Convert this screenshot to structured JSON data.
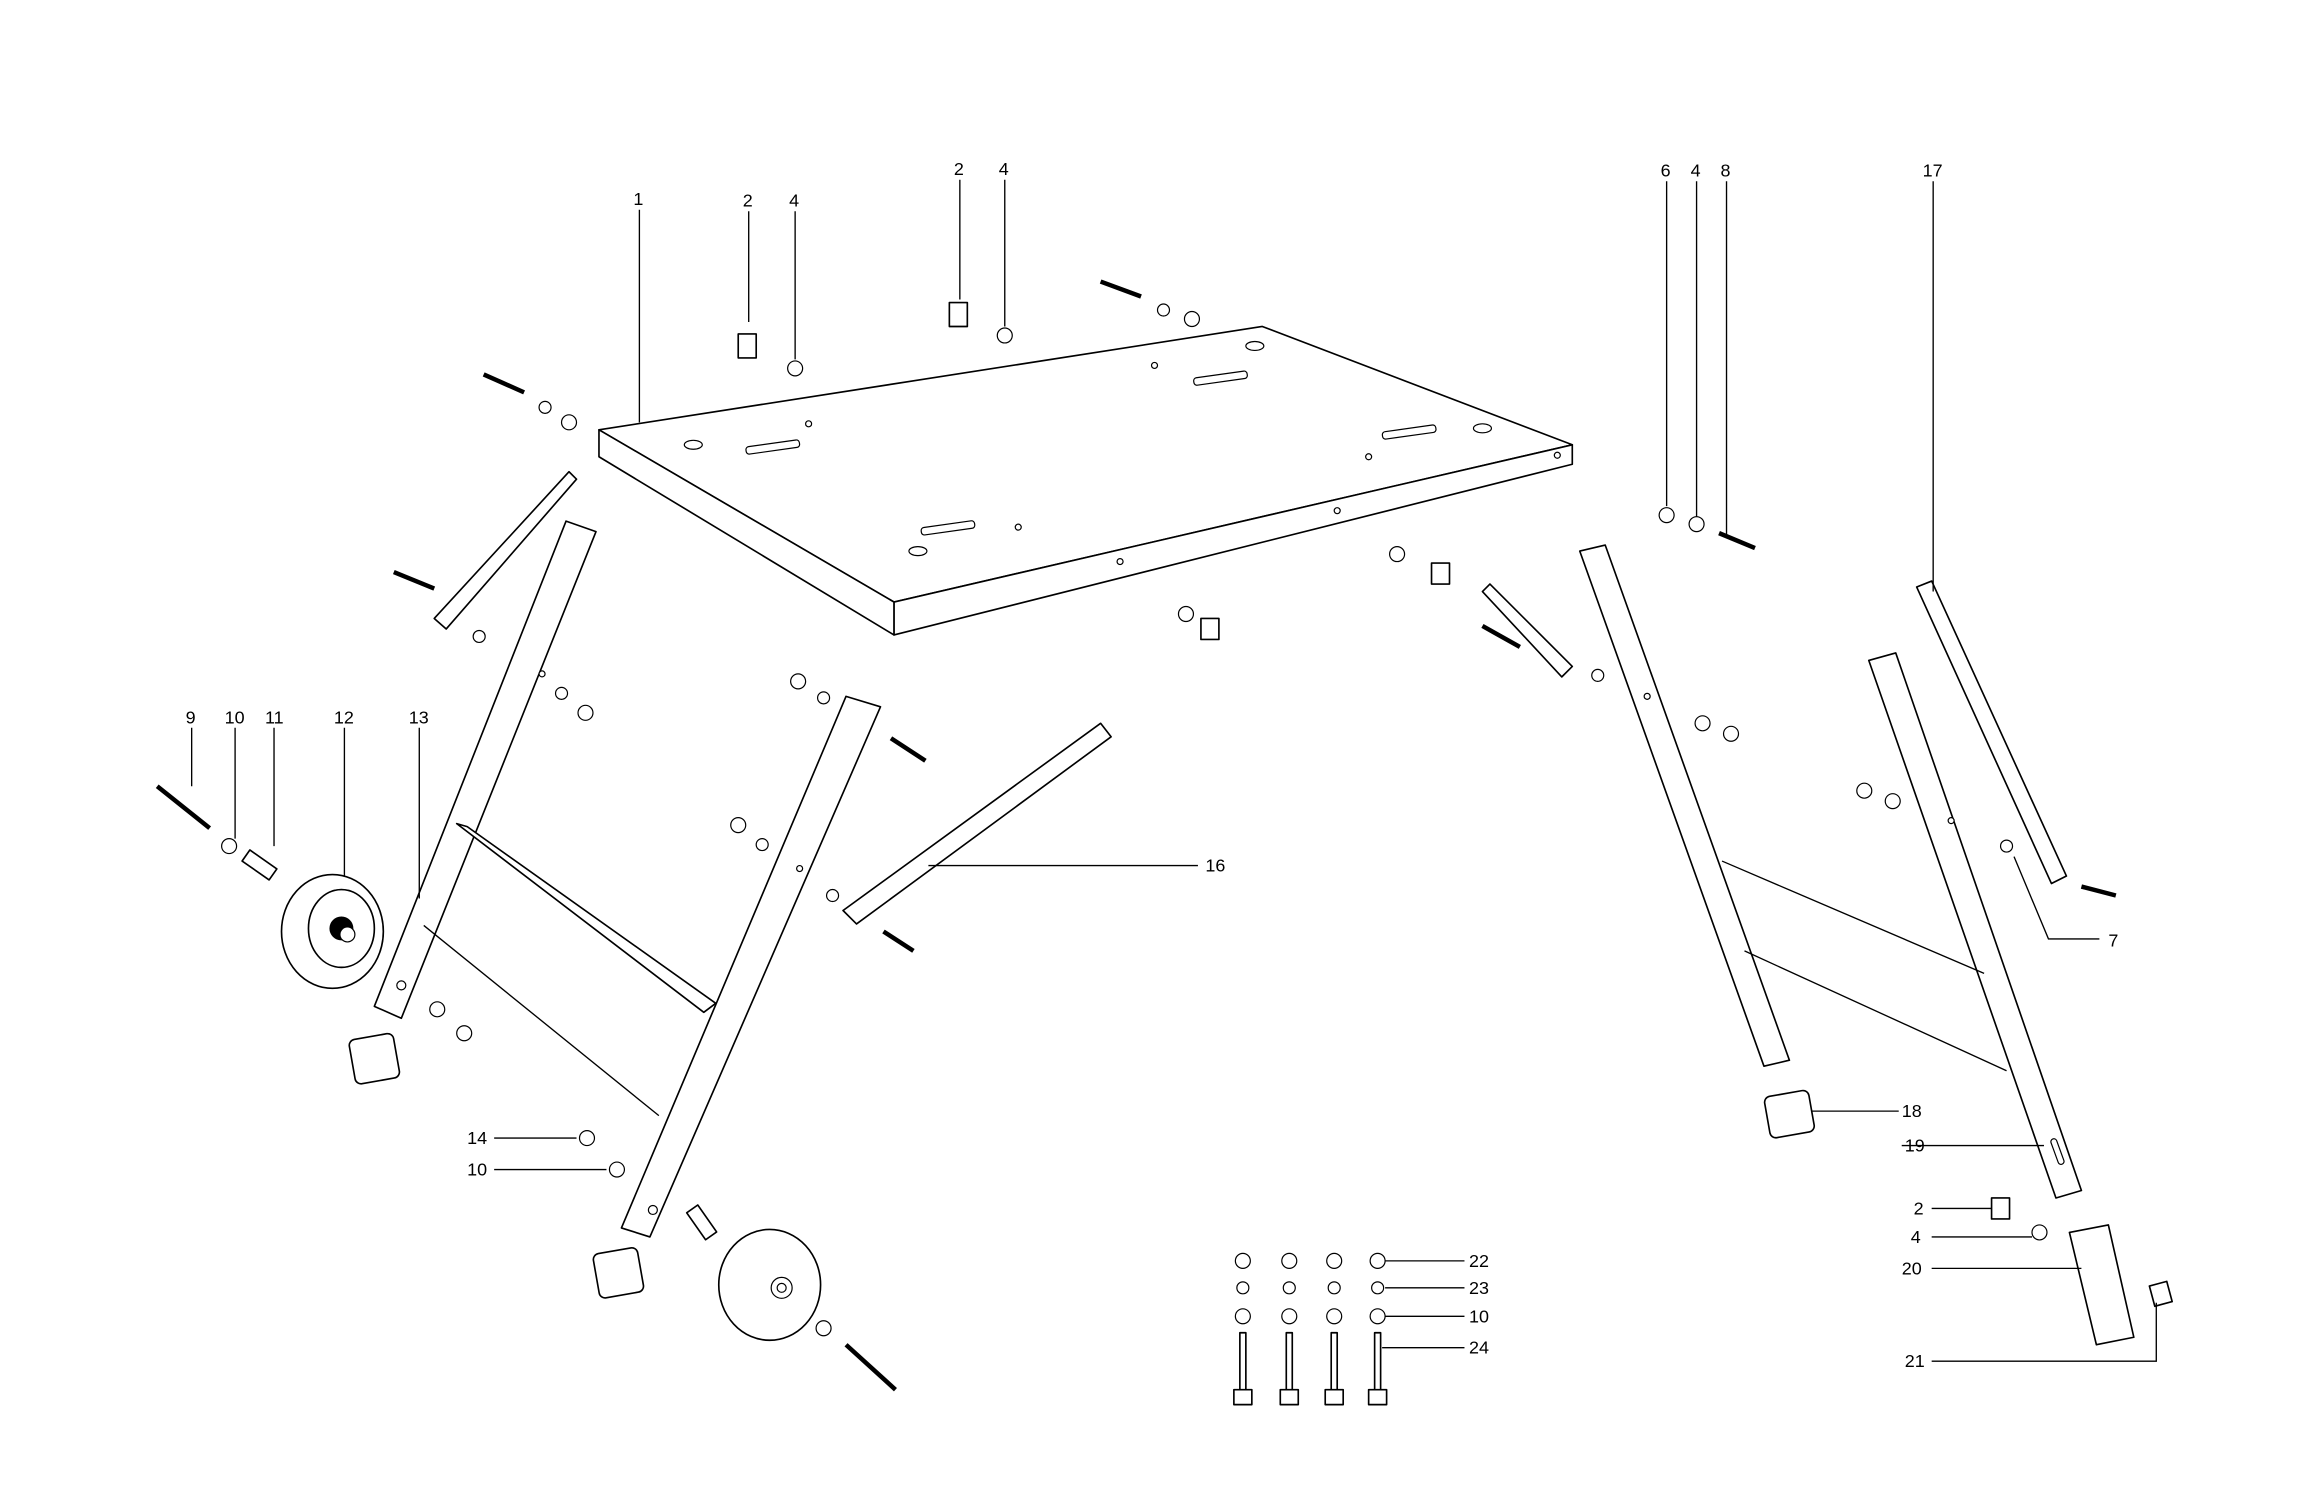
{
  "diagram": {
    "type": "exploded parts diagram",
    "labels": [
      {
        "id": "l1",
        "text": "1"
      },
      {
        "id": "l2a",
        "text": "2"
      },
      {
        "id": "l4a",
        "text": "4"
      },
      {
        "id": "l2b",
        "text": "2"
      },
      {
        "id": "l4b",
        "text": "4"
      },
      {
        "id": "l6",
        "text": "6"
      },
      {
        "id": "l4c",
        "text": "4"
      },
      {
        "id": "l8",
        "text": "8"
      },
      {
        "id": "l17",
        "text": "17"
      },
      {
        "id": "l9",
        "text": "9"
      },
      {
        "id": "l10a",
        "text": "10"
      },
      {
        "id": "l11",
        "text": "11"
      },
      {
        "id": "l12",
        "text": "12"
      },
      {
        "id": "l13",
        "text": "13"
      },
      {
        "id": "l16",
        "text": "16"
      },
      {
        "id": "l7",
        "text": "7"
      },
      {
        "id": "l18",
        "text": "18"
      },
      {
        "id": "l19",
        "text": "19"
      },
      {
        "id": "l14",
        "text": "14"
      },
      {
        "id": "l10b",
        "text": "10"
      },
      {
        "id": "l2c",
        "text": "2"
      },
      {
        "id": "l4d",
        "text": "4"
      },
      {
        "id": "l20",
        "text": "20"
      },
      {
        "id": "l21",
        "text": "21"
      },
      {
        "id": "l22",
        "text": "22"
      },
      {
        "id": "l23",
        "text": "23"
      },
      {
        "id": "l10c",
        "text": "10"
      },
      {
        "id": "l24",
        "text": "24"
      }
    ]
  }
}
